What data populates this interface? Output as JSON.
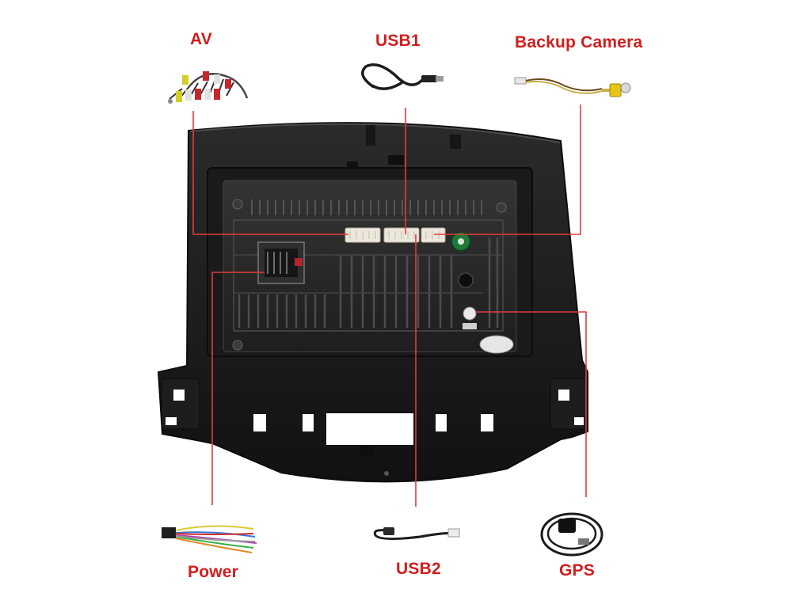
{
  "labels": {
    "av": "AV",
    "usb1": "USB1",
    "backup_camera": "Backup Camera",
    "power": "Power",
    "usb2": "USB2",
    "gps": "GPS"
  },
  "colors": {
    "label_red": "#d01e1e",
    "leader_line": "#e03c3c",
    "frame": "#1b1b1b",
    "panel": "#2a2a2a",
    "connector": "#ece7dc"
  },
  "icons": {
    "av": "av-harness-cable-icon",
    "usb1": "usb-cable-icon",
    "backup_camera": "rca-camera-cable-icon",
    "power": "power-harness-icon",
    "usb2": "usb-cable-icon",
    "gps": "gps-antenna-icon"
  }
}
